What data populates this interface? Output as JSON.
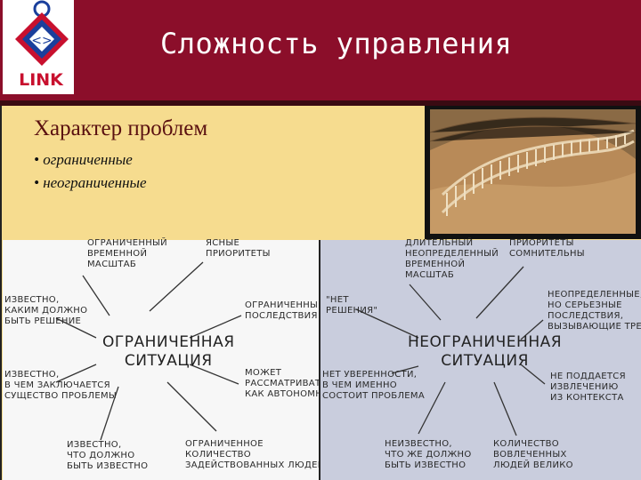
{
  "header": {
    "title": "Сложность управления",
    "logo_text": "LINK",
    "colors": {
      "background": "#8b0e2a",
      "logo_blue": "#1a3f9c",
      "logo_red": "#c8102e"
    }
  },
  "main": {
    "section_title": "Характер проблем",
    "bullets": [
      "• ограниченные",
      "• неограниченные"
    ]
  },
  "left_diagram": {
    "center": "ОГРАНИЧЕННАЯ\nСИТУАЦИЯ",
    "items": [
      "ОГРАНИЧЕННЫЙ\nВРЕМЕННОЙ\nМАСШТАБ",
      "ЯСНЫЕ\nПРИОРИТЕТЫ",
      "ОГРАНИЧЕННЫЕ\nПОСЛЕДСТВИЯ",
      "МОЖЕТ\nРАССМАТРИВАТЬСЯ\nКАК АВТОНОМНАЯ",
      "ОГРАНИЧЕННОЕ\nКОЛИЧЕСТВО\nЗАДЕЙСТВОВАННЫХ ЛЮДЕЙ",
      "ИЗВЕСТНО,\nЧТО ДОЛЖНО\nБЫТЬ ИЗВЕСТНО",
      "ИЗВЕСТНО,\nВ ЧЕМ ЗАКЛЮЧАЕТСЯ\nСУЩЕСТВО ПРОБЛЕМЫ",
      "ИЗВЕСТНО,\nКАКИМ ДОЛЖНО\nБЫТЬ РЕШЕНИЕ"
    ]
  },
  "right_diagram": {
    "center": "НЕОГРАНИЧЕННАЯ\nСИТУАЦИЯ",
    "items": [
      "ДЛИТЕЛЬНЫЙ\nНЕОПРЕДЕЛЕННЫЙ\nВРЕМЕННОЙ\nМАСШТАБ",
      "ПРИОРИТЕТЫ\nСОМНИТЕЛЬНЫ",
      "НЕОПРЕДЕЛЕННЫЕ,\nНО СЕРЬЕЗНЫЕ\nПОСЛЕДСТВИЯ,\nВЫЗЫВАЮЩИЕ ТРЕВОГУ",
      "НЕ ПОДДАЕТСЯ\nИЗВЛЕЧЕНИЮ\nИЗ КОНТЕКСТА",
      "КОЛИЧЕСТВО\nВОВЛЕЧЕННЫХ\nЛЮДЕЙ ВЕЛИКО",
      "НЕИЗВЕСТНО,\nЧТО ЖЕ ДОЛЖНО\nБЫТЬ ИЗВЕСТНО",
      "НЕТ УВЕРЕННОСТИ,\nВ ЧЕМ ИМЕННО\nСОСТОИТ ПРОБЛЕМА",
      "\"НЕТ\nРЕШЕНИЯ\""
    ]
  }
}
